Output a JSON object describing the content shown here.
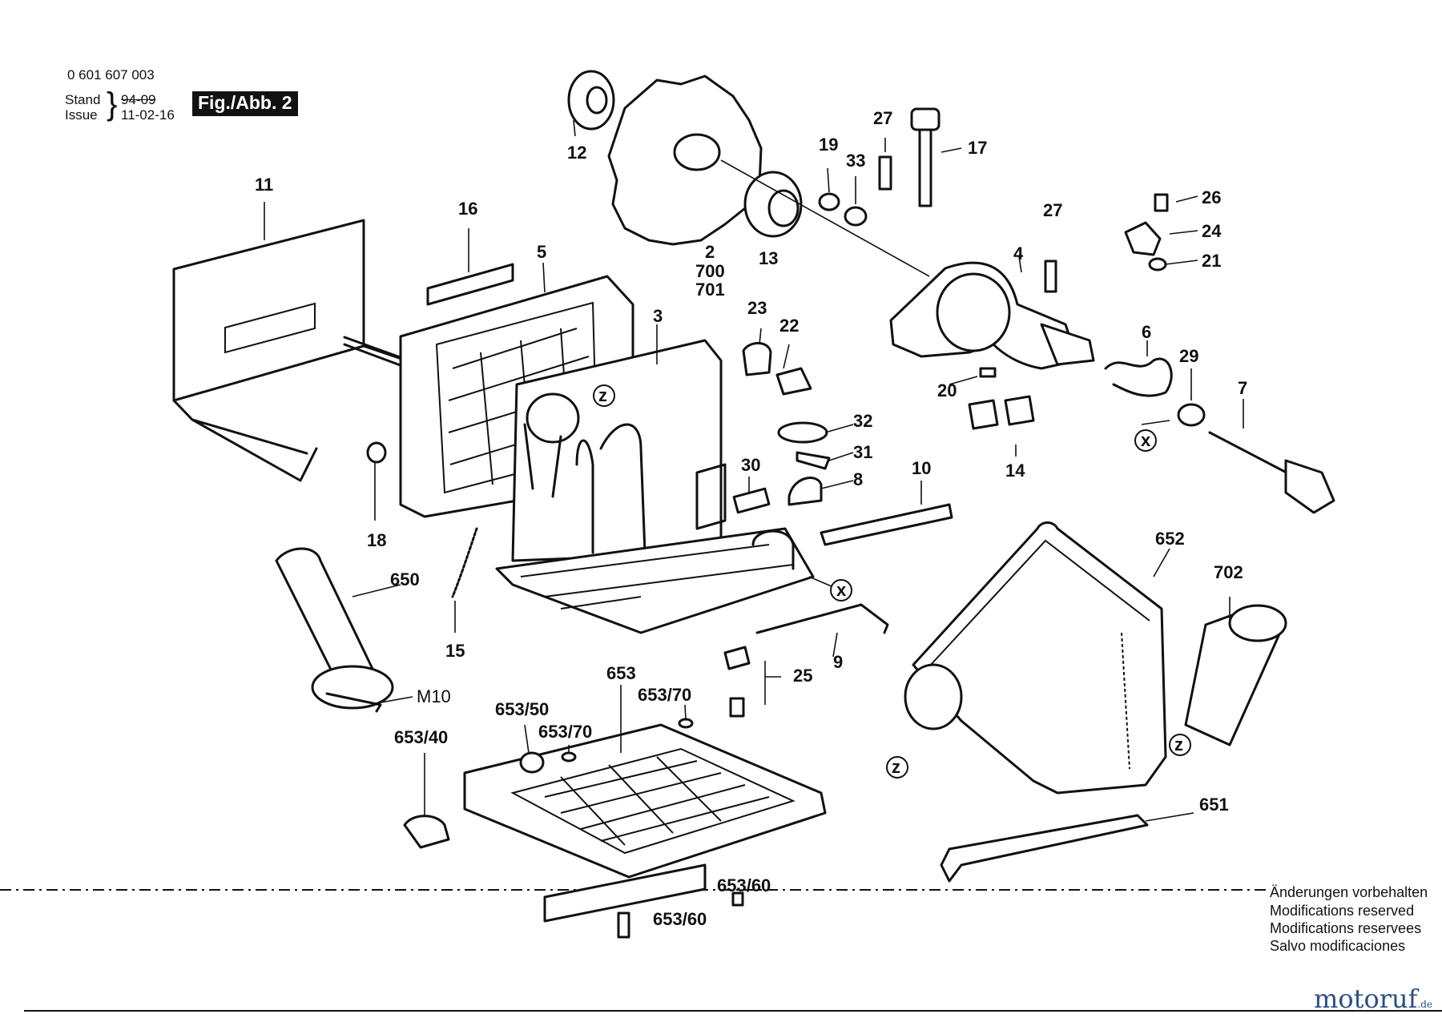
{
  "header": {
    "part_number": "0 601 607 003",
    "stand_label": "Stand",
    "stand_value": "94-09",
    "issue_label": "Issue",
    "issue_value": "11-02-16",
    "figure": "Fig./Abb. 2"
  },
  "callouts": {
    "c2": "2",
    "c700": "700",
    "c701": "701",
    "c3": "3",
    "c4": "4",
    "c5": "5",
    "c6": "6",
    "c7": "7",
    "c8": "8",
    "c9": "9",
    "c10": "10",
    "c11": "11",
    "c12": "12",
    "c13": "13",
    "c14": "14",
    "c15": "15",
    "c16": "16",
    "c17": "17",
    "c18": "18",
    "c19": "19",
    "c20": "20",
    "c21": "21",
    "c22": "22",
    "c23": "23",
    "c24": "24",
    "c25": "25",
    "c26": "26",
    "c27a": "27",
    "c27b": "27",
    "c29": "29",
    "c30": "30",
    "c31": "31",
    "c32": "32",
    "c33": "33",
    "c650": "650",
    "c651": "651",
    "c652": "652",
    "c653": "653",
    "c653_40": "653/40",
    "c653_50": "653/50",
    "c653_70a": "653/70",
    "c653_70b": "653/70",
    "c653_60a": "653/60",
    "c653_60b": "653/60",
    "c702": "702",
    "m10": "M10",
    "x1": "x",
    "x2": "x",
    "z1": "z",
    "z2": "z",
    "z3": "z"
  },
  "modifications": [
    "Änderungen vorbehalten",
    "Modifications reserved",
    "Modifications reservees",
    "Salvo modificaciones"
  ],
  "watermark": {
    "main": "motoruf",
    "suffix": ".de"
  }
}
